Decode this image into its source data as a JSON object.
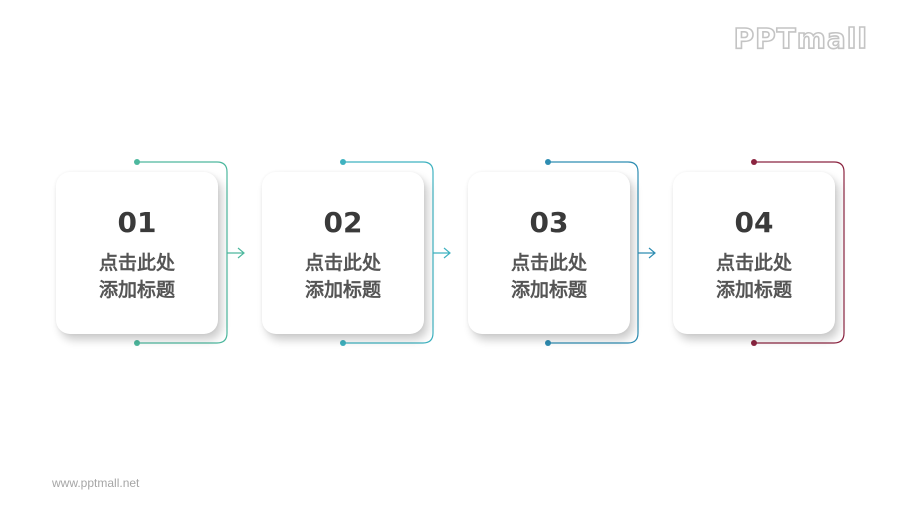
{
  "logo": {
    "text": "PPTmall"
  },
  "footer": {
    "url": "www.pptmall.net"
  },
  "steps": [
    {
      "number": "01",
      "line1": "点击此处",
      "line2": "添加标题",
      "color": "#4db89e"
    },
    {
      "number": "02",
      "line1": "点击此处",
      "line2": "添加标题",
      "color": "#3fb2c0"
    },
    {
      "number": "03",
      "line1": "点击此处",
      "line2": "添加标题",
      "color": "#2e8db2"
    },
    {
      "number": "04",
      "line1": "点击此处",
      "line2": "添加标题",
      "color": "#8b2440"
    }
  ]
}
